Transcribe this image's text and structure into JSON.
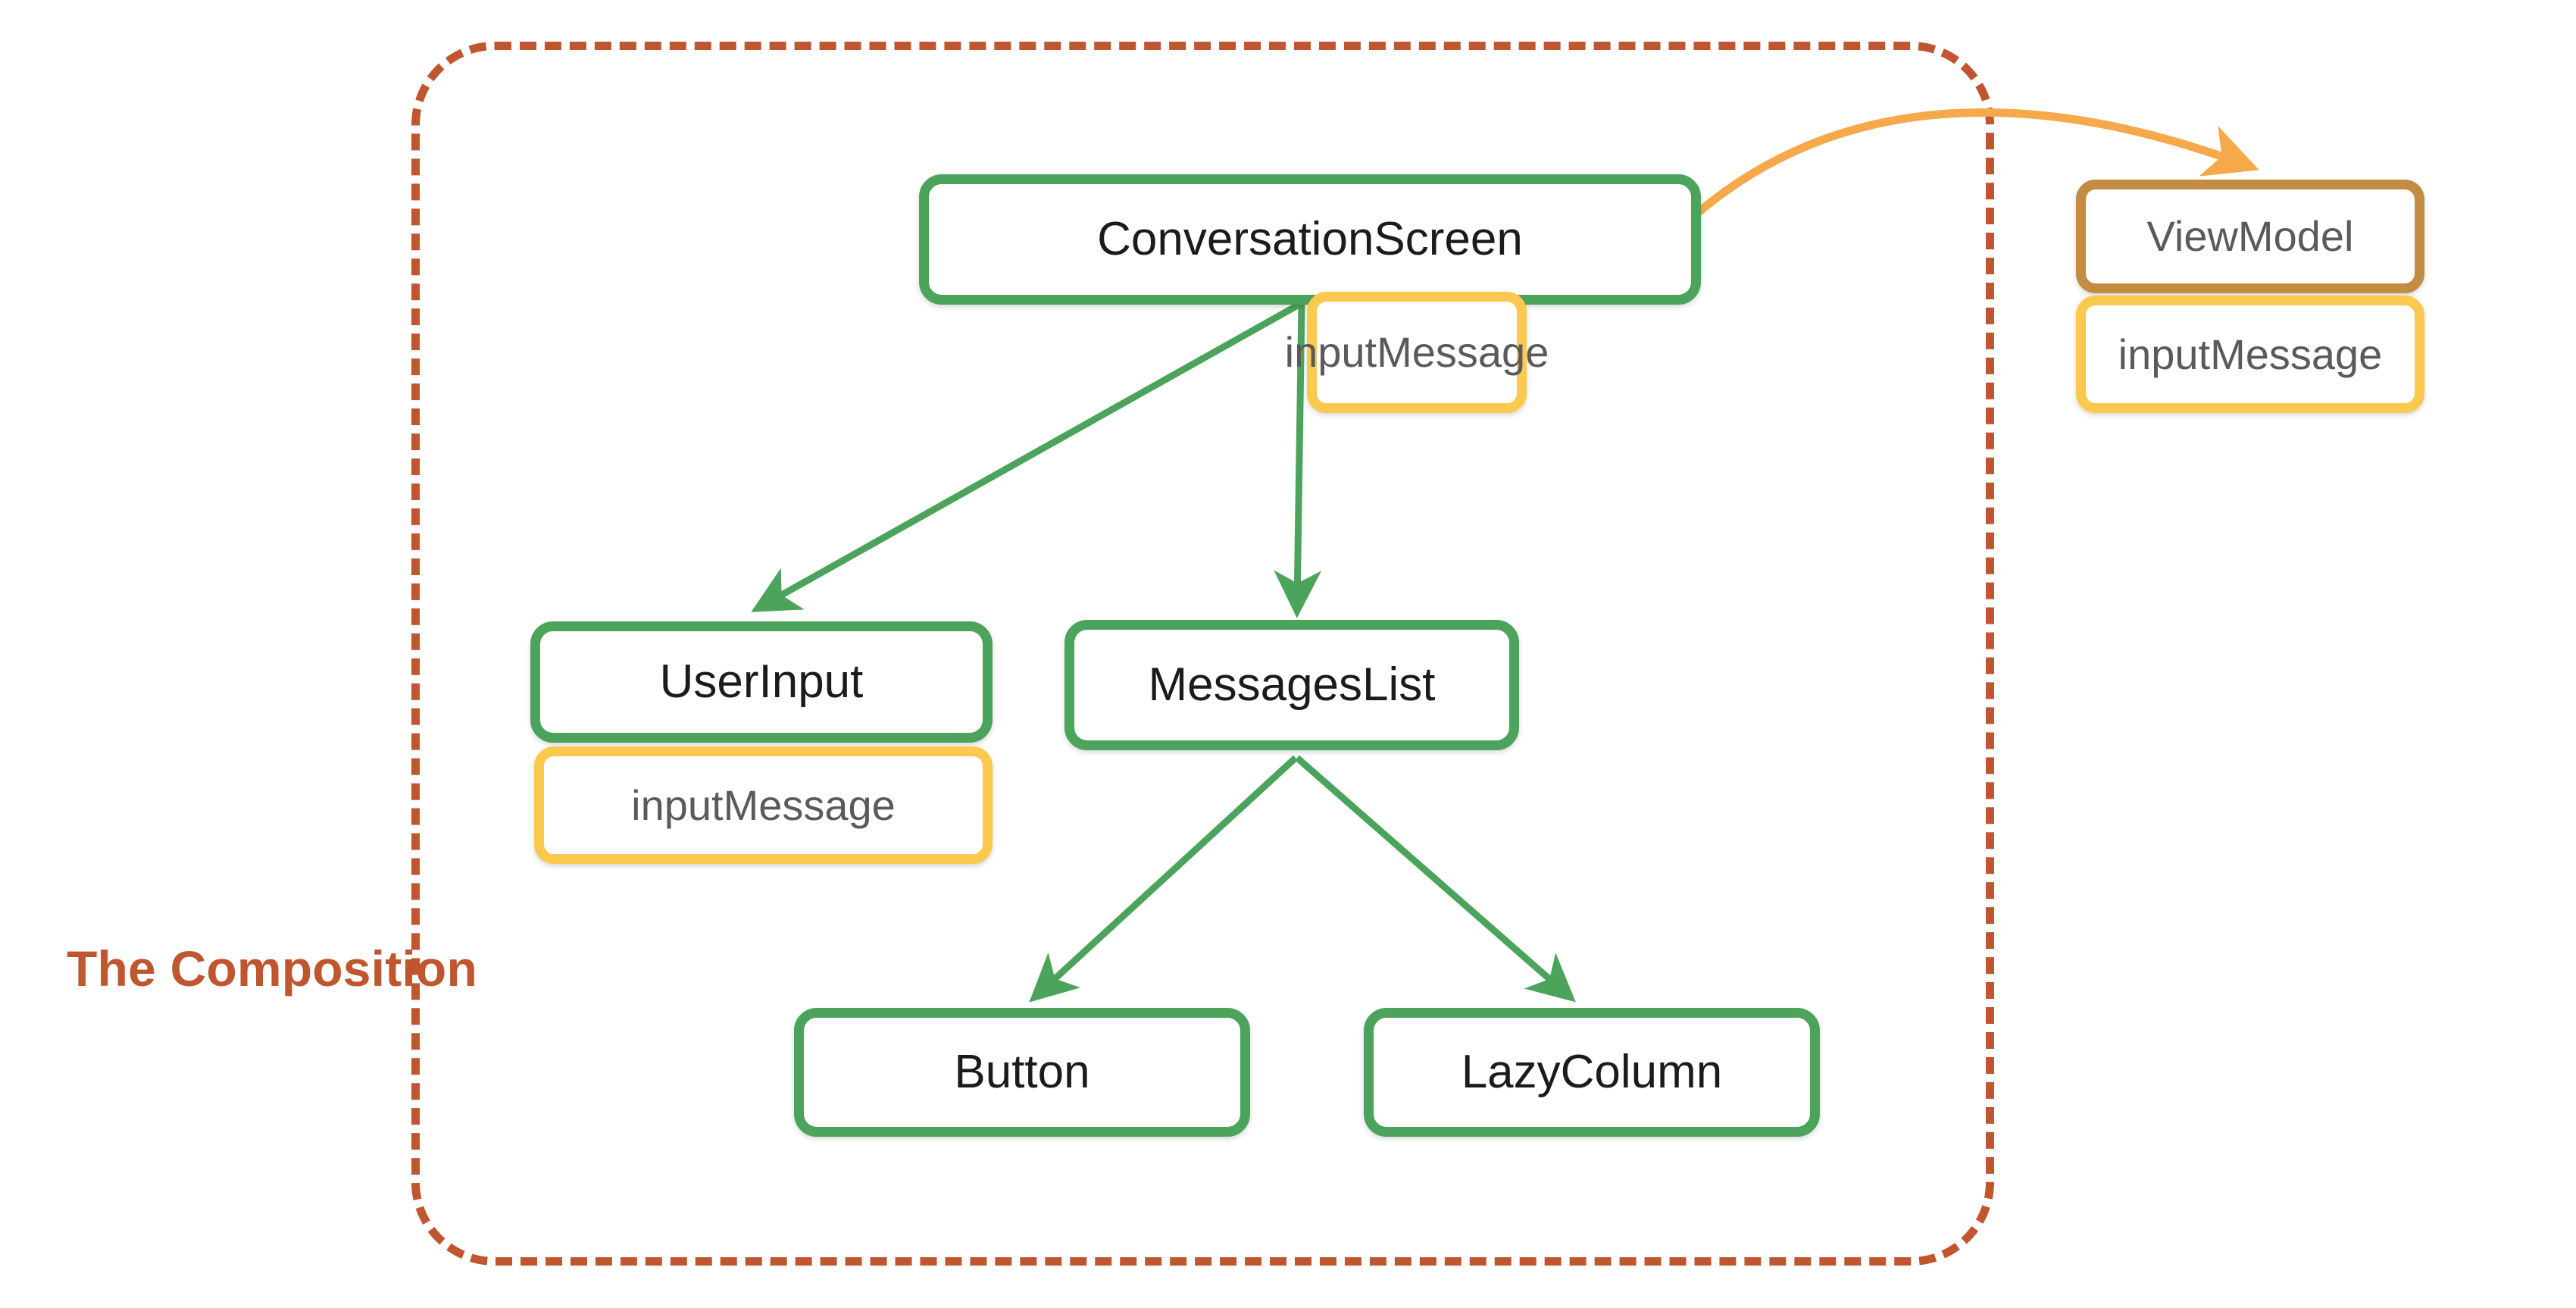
{
  "diagram": {
    "title": "The Composition",
    "boundary_label": "The Composition",
    "colors": {
      "composable_border": "#4CA45C",
      "state_border": "#FBC94E",
      "viewmodel_border": "#C28C42",
      "boundary_dashed": "#C0562F",
      "composable_text": "#1b1b1b",
      "state_text": "#5a5a5a",
      "arrow_green": "#4CA45C",
      "arrow_orange": "#F5A94B",
      "background": "#ffffff"
    },
    "nodes": {
      "conversation_screen": {
        "label": "ConversationScreen",
        "kind": "composable"
      },
      "conversation_screen_state": {
        "label": "inputMessage",
        "kind": "state"
      },
      "view_model": {
        "label": "ViewModel",
        "kind": "viewmodel"
      },
      "view_model_state": {
        "label": "inputMessage",
        "kind": "state"
      },
      "user_input": {
        "label": "UserInput",
        "kind": "composable"
      },
      "user_input_state": {
        "label": "inputMessage",
        "kind": "state"
      },
      "messages_list": {
        "label": "MessagesList",
        "kind": "composable"
      },
      "button": {
        "label": "Button",
        "kind": "composable"
      },
      "lazy_column": {
        "label": "LazyColumn",
        "kind": "composable"
      }
    },
    "edges": [
      {
        "from": "conversation_screen",
        "to": "user_input",
        "style": "straight",
        "color": "green"
      },
      {
        "from": "conversation_screen",
        "to": "messages_list",
        "style": "straight",
        "color": "green"
      },
      {
        "from": "conversation_screen",
        "to": "view_model",
        "style": "curved",
        "color": "orange"
      },
      {
        "from": "messages_list",
        "to": "button",
        "style": "straight",
        "color": "green"
      },
      {
        "from": "messages_list",
        "to": "lazy_column",
        "style": "straight",
        "color": "green"
      }
    ]
  }
}
